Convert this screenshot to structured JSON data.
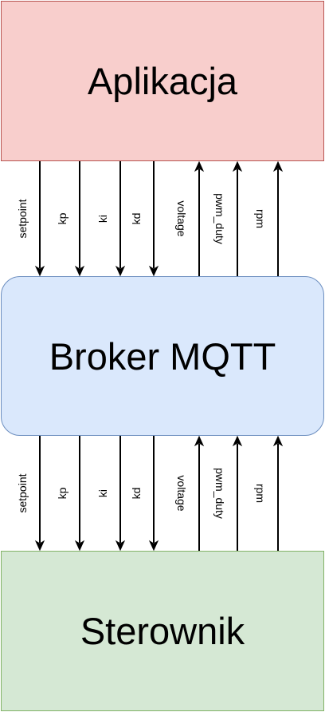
{
  "boxes": {
    "top": {
      "label": "Aplikacja",
      "fill": "#f8cecc",
      "stroke": "#b85450"
    },
    "middle": {
      "label": "Broker MQTT",
      "fill": "#dae8fc",
      "stroke": "#6c8ebf"
    },
    "bottom": {
      "label": "Sterownik",
      "fill": "#d5e8d4",
      "stroke": "#82b366"
    }
  },
  "upper_arrows": [
    {
      "label": "setpoint",
      "direction": "down"
    },
    {
      "label": "kp",
      "direction": "down"
    },
    {
      "label": "ki",
      "direction": "down"
    },
    {
      "label": "kd",
      "direction": "down"
    },
    {
      "label": "voltage",
      "direction": "up"
    },
    {
      "label": "pwm_duty",
      "direction": "up"
    },
    {
      "label": "rpm",
      "direction": "up"
    }
  ],
  "lower_arrows": [
    {
      "label": "setpoint",
      "direction": "down"
    },
    {
      "label": "kp",
      "direction": "down"
    },
    {
      "label": "ki",
      "direction": "down"
    },
    {
      "label": "kd",
      "direction": "down"
    },
    {
      "label": "voltage",
      "direction": "up"
    },
    {
      "label": "pwm_duty",
      "direction": "up"
    },
    {
      "label": "rpm",
      "direction": "up"
    }
  ]
}
